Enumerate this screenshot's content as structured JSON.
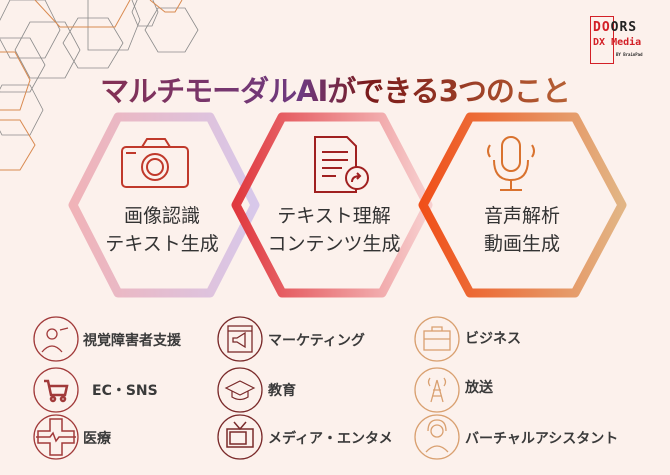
{
  "logo": {
    "line1a": "DO",
    "line1b": "ORS",
    "line2a": "DX",
    "line2b": "Media",
    "byline": "BY BrainPad"
  },
  "title": "マルチモーダルAIができる3つのこと",
  "hexagons": [
    {
      "icon": "camera-icon",
      "lines": [
        "画像認識",
        "テキスト生成"
      ],
      "color_from": "#f0b3b8",
      "color_to": "#d8c8ea"
    },
    {
      "icon": "document-icon",
      "lines": [
        "テキスト理解",
        "コンテンツ生成"
      ],
      "color_from": "#e0393f",
      "color_to": "#f7d0d0"
    },
    {
      "icon": "microphone-icon",
      "lines": [
        "音声解析",
        "動画生成"
      ],
      "color_from": "#f0501a",
      "color_to": "#e2b585"
    }
  ],
  "use_cases": [
    {
      "label": "視覚障害者支援",
      "icon": "visual-assist-icon"
    },
    {
      "label": "EC・SNS",
      "icon": "cart-icon"
    },
    {
      "label": "医療",
      "icon": "medical-cross-icon"
    },
    {
      "label": "マーケティング",
      "icon": "megaphone-icon"
    },
    {
      "label": "教育",
      "icon": "graduation-cap-icon"
    },
    {
      "label": "メディア・エンタメ",
      "icon": "tv-icon"
    },
    {
      "label": "ビジネス",
      "icon": "briefcase-icon"
    },
    {
      "label": "放送",
      "icon": "broadcast-tower-icon"
    },
    {
      "label": "バーチャルアシスタント",
      "icon": "headset-assistant-icon"
    }
  ]
}
